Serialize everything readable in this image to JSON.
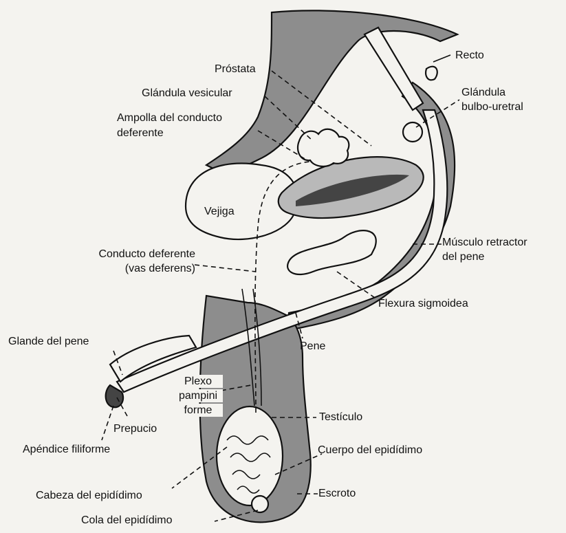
{
  "labels": {
    "recto": "Recto",
    "prostata": "Próstata",
    "glandula_vesicular": "Glándula vesicular",
    "bulbo_uretral_1": "Glándula",
    "bulbo_uretral_2": "bulbo-uretral",
    "ampolla_1": "Ampolla del conducto",
    "ampolla_2": "deferente",
    "vejiga": "Vejiga",
    "conducto_1": "Conducto deferente",
    "conducto_2": "(vas deferens)",
    "musculo_1": "Músculo retractor",
    "musculo_2": "del pene",
    "flexura": "Flexura sigmoidea",
    "glande": "Glande del pene",
    "pene": "Pene",
    "plexo_1": "Plexo",
    "plexo_2": "pampini",
    "plexo_3": "forme",
    "testiculo": "Testículo",
    "prepucio": "Prepucio",
    "apendice": "Apéndice filiforme",
    "cuerpo_epididimo": "Cuerpo del epidídimo",
    "cabeza_epididimo": "Cabeza del epidídimo",
    "escroto": "Escroto",
    "cola_epididimo": "Cola del epidídimo"
  }
}
